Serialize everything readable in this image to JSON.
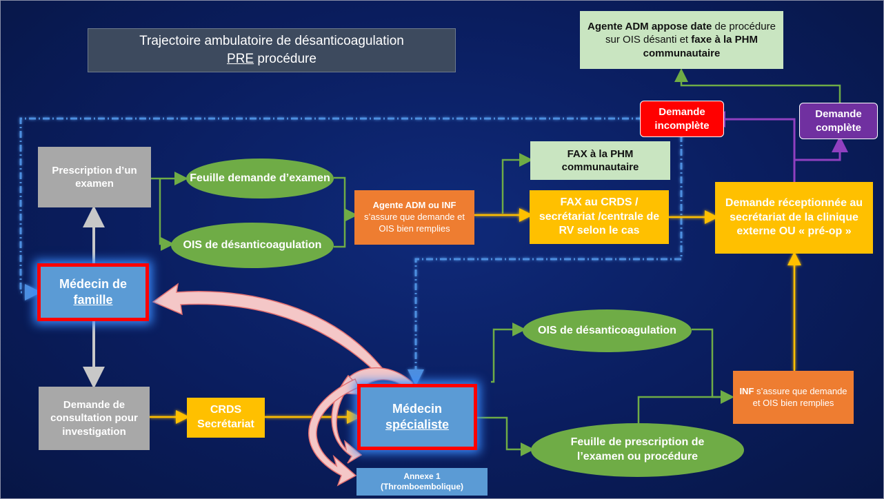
{
  "title": {
    "line1": "Trajectoire ambulatoire de désanticoagulation",
    "line2_u": "PRE",
    "line2_rest": " procédure"
  },
  "nodes": {
    "prescription": "Prescription d’un examen",
    "feuille_demande": "Feuille demande d’examen",
    "ois_top": "OIS de désanticoagulation",
    "agente_adm_inf": {
      "bold": "Agente ADM ou INF",
      "rest": "s’assure que demande et OIS bien remplies"
    },
    "fax_phm": "FAX à la PHM communautaire",
    "fax_crds": "FAX au CRDS / secrétariat /centrale de RV selon le cas",
    "demande_receptionnee": "Demande réceptionnée au secrétariat de la clinique externe OU « pré-op »",
    "agente_appose": {
      "b1": "Agente ADM appose date",
      "t1": " de procédure sur OIS désanti et ",
      "b2": "faxe à la PHM communautaire"
    },
    "demande_incomplete": "Demande incomplète",
    "demande_complete": "Demande complète",
    "medecin_famille": {
      "line1": "Médecin de",
      "line2": "famille"
    },
    "demande_consultation": "Demande de consultation pour investigation",
    "crds_secretariat": "CRDS Secrétariat",
    "medecin_specialiste": {
      "line1": "Médecin",
      "line2": "spécialiste"
    },
    "annexe": {
      "line1": "Annexe 1",
      "line2": "(Thromboembolique)"
    },
    "ois_bottom": "OIS de désanticoagulation",
    "feuille_prescription": "Feuille de prescription de l’examen ou procédure",
    "inf_assure": {
      "bold": "INF",
      "rest": " s’assure que demande et OIS bien remplies"
    }
  },
  "colors": {
    "background": "#0a1d5e",
    "green": "#6fac46",
    "light_green": "#c9e5c1",
    "orange": "#ee7d31",
    "yellow": "#ffc000",
    "blue": "#5b9bd5",
    "gray": "#a8a8a8",
    "red": "#ff0000",
    "purple": "#7030a0",
    "dashed_line": "#4d8fe0"
  }
}
